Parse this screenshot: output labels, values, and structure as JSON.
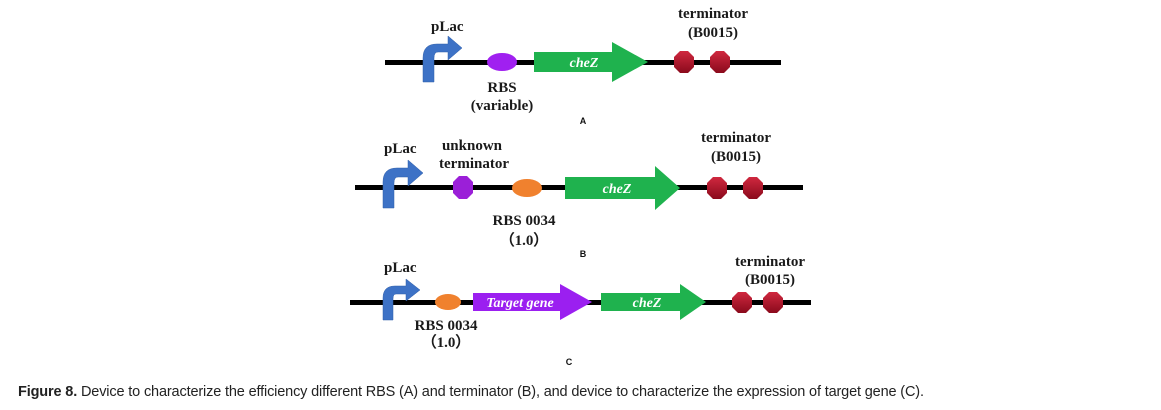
{
  "colors": {
    "backbone": "#000000",
    "promoter": "#3d72c6",
    "rbs_variable": "#a020f0",
    "rbs_0034": "#f0812e",
    "unknown_terminator": "#9b1fd8",
    "terminator": "#b0102a",
    "chez": "#1fb24e",
    "target_gene": "#9b1ff0"
  },
  "panels": [
    {
      "id": "A",
      "panel_label": "A",
      "parts": {
        "promoter": "pLac",
        "rbs": [
          "RBS",
          "(variable)"
        ],
        "gene": "cheZ",
        "terminator": [
          "terminator",
          "(B0015)"
        ]
      }
    },
    {
      "id": "B",
      "panel_label": "B",
      "parts": {
        "promoter": "pLac",
        "unknown_terminator": [
          "unknown",
          "terminator"
        ],
        "rbs": [
          "RBS 0034",
          "（1.0）"
        ],
        "gene": "cheZ",
        "terminator": [
          "terminator",
          "(B0015)"
        ]
      }
    },
    {
      "id": "C",
      "panel_label": "C",
      "parts": {
        "promoter": "pLac",
        "rbs": [
          "RBS 0034",
          "（1.0）"
        ],
        "target_gene": "Target gene",
        "gene": "cheZ",
        "terminator": [
          "terminator",
          "(B0015)"
        ]
      }
    }
  ],
  "caption": {
    "figure_number": "Figure 8.",
    "text": " Device to characterize the efficiency different RBS (A) and terminator (B), and device to characterize the expression of target gene (C)."
  }
}
